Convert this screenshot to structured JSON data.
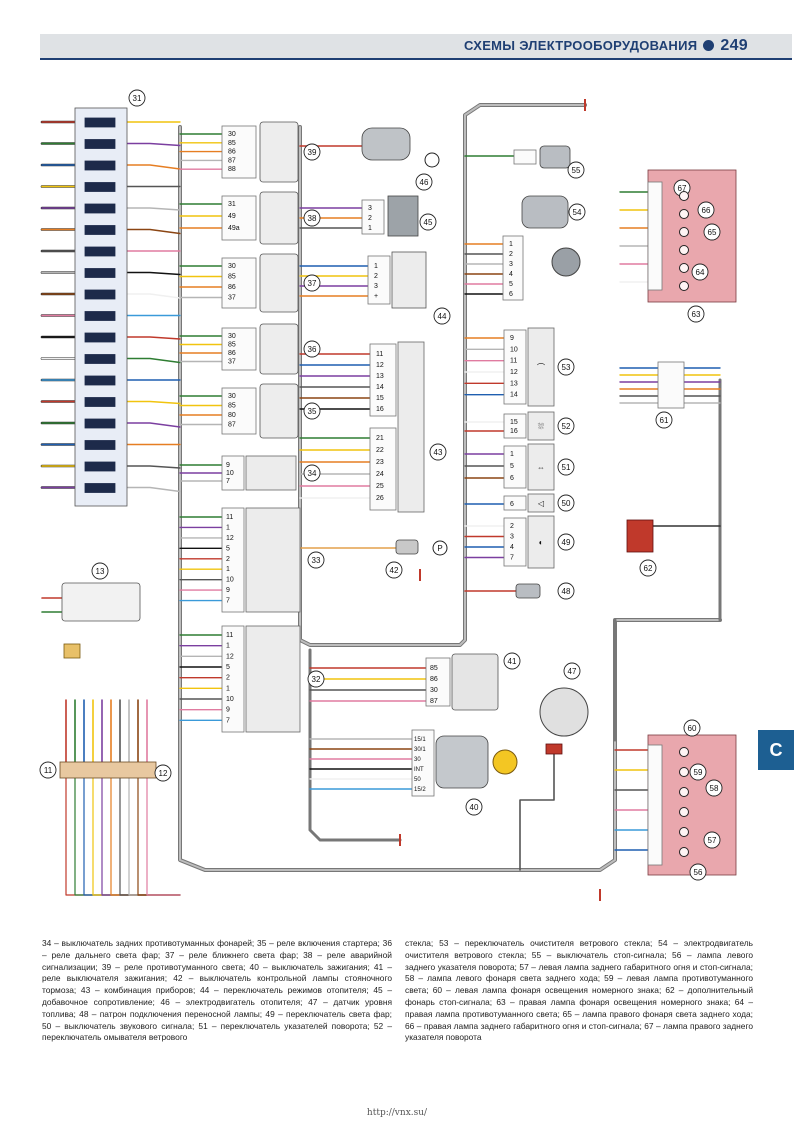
{
  "header": {
    "title": "СХЕМЫ ЭЛЕКТРООБОРУДОВАНИЯ",
    "page_number": "249"
  },
  "side_tab": "C",
  "colors": {
    "header_blue": "#1f3f73",
    "tab_blue": "#1d5f92",
    "lamp_block_pink": "#e9a7ad",
    "harness_grey": "#8a8a8a"
  },
  "callouts": {
    "c31": "31",
    "c39": "39",
    "c38": "38",
    "c37": "37",
    "c36": "36",
    "c35": "35",
    "c34": "34",
    "c33": "33",
    "c32": "32",
    "c13": "13",
    "c11": "11",
    "c12": "12",
    "c46": "46",
    "c45": "45",
    "c44": "44",
    "c43": "43",
    "c42": "42",
    "c41": "41",
    "c40": "40",
    "c47": "47",
    "c55": "55",
    "c54": "54",
    "c53": "53",
    "c52": "52",
    "c51": "51",
    "c50": "50",
    "c49": "49",
    "c48": "48",
    "c63": "63",
    "c67": "67",
    "c66": "66",
    "c65": "65",
    "c64": "64",
    "c61": "61",
    "c62": "62",
    "c60": "60",
    "c59": "59",
    "c58": "58",
    "c57": "57",
    "c56": "56"
  },
  "pins": {
    "r39": [
      "30",
      "85",
      "86",
      "87",
      "88"
    ],
    "r38": [
      "31",
      "49",
      "49a"
    ],
    "r37": [
      "30",
      "85",
      "86",
      "37"
    ],
    "r36": [
      "30",
      "85",
      "86",
      "37"
    ],
    "r35": [
      "30",
      "85",
      "80",
      "87"
    ],
    "s34": [
      "9",
      "10",
      "7"
    ],
    "s33": [
      "11",
      "1",
      "12",
      "5",
      "2",
      "1",
      "10",
      "9",
      "7"
    ],
    "s32": [
      "11",
      "1",
      "12",
      "5",
      "2",
      "1",
      "10",
      "9",
      "7"
    ],
    "c45": [
      "3",
      "2",
      "1"
    ],
    "c44": [
      "1",
      "2",
      "3",
      "+"
    ],
    "c43a": [
      "11",
      "12",
      "13",
      "14",
      "15",
      "16"
    ],
    "c43b": [
      "21",
      "22",
      "23",
      "24",
      "25",
      "26"
    ],
    "c54": [
      "1",
      "2",
      "3",
      "4",
      "5",
      "6"
    ],
    "s53": [
      "9",
      "10",
      "11",
      "12",
      "13",
      "14"
    ],
    "s52": [
      "15",
      "16"
    ],
    "s51": [
      "1",
      "5",
      "6"
    ],
    "s50": [
      "6"
    ],
    "s49": [
      "2",
      "3",
      "4",
      "7"
    ],
    "r41": [
      "85",
      "86",
      "30",
      "87"
    ],
    "sw40": [
      "15/1",
      "30/1",
      "30",
      "INT",
      "50",
      "15/2"
    ],
    "symbol42": "P"
  },
  "legend_left": "34 – выключатель задних противотуманных фонарей; 35 – реле включения стартера; 36 – реле дальнего света фар; 37 – реле ближнего света фар; 38 – реле аварийной сигнализации; 39 – реле противотуманного света; 40 – выключатель зажигания; 41 – реле выключателя зажигания; 42 – выключатель контрольной лампы стояночного тормоза; 43 – комбинация приборов; 44 – переключатель режимов отопителя; 45 – добавочное сопротивление; 46 – электродвигатель отопителя; 47 – датчик уровня топлива; 48 – патрон подключения переносной лампы; 49 – переключатель света фар; 50 – выключатель звукового сигнала; 51 – переключатель указателей поворота; 52 – переключатель омывателя ветрового",
  "legend_right": "стекла; 53 – переключатель очистителя ветрового стекла; 54 – электродвигатель очистителя ветрового стекла; 55 – выключатель стоп-сигнала; 56 – лампа левого заднего указателя поворота; 57 – левая лампа заднего габаритного огня и стоп-сигнала; 58 – лампа левого фонаря света заднего хода; 59 – левая лампа противотуманного света; 60 – левая лампа фонаря освещения номерного знака; 62 – дополнительный фонарь стоп-сигнала; 63 – правая лампа фонаря освещения номерного знака; 64 – правая лампа противотуманного света; 65 – лампа правого фонаря света заднего хода; 66 – правая лампа заднего габаритного огня и стоп-сигнала; 67 – лампа правого заднего указателя поворота",
  "footer": "http://vnx.su/"
}
